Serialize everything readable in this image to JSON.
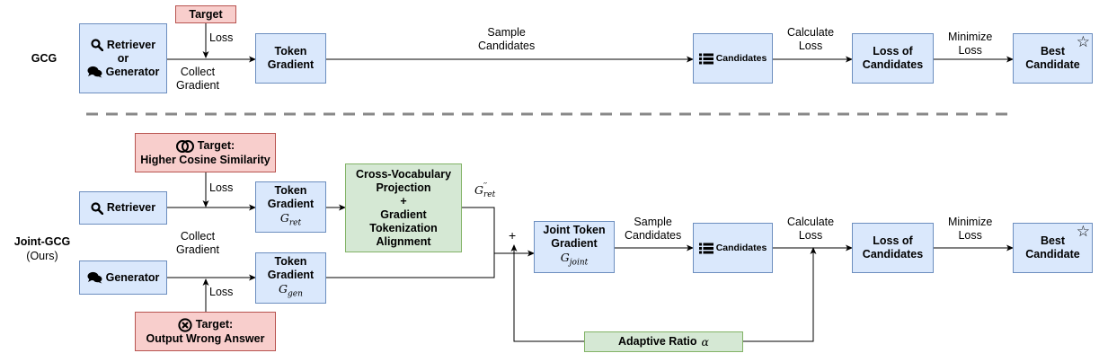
{
  "gcg": {
    "row_label": "GCG",
    "retriever_or_generator": {
      "line1": "Retriever",
      "line2": "or",
      "line3": "Generator"
    },
    "target": "Target",
    "loss": "Loss",
    "collect_gradient": [
      "Collect",
      "Gradient"
    ],
    "token_gradient": [
      "Token",
      "Gradient"
    ],
    "sample_candidates": [
      "Sample",
      "Candidates"
    ],
    "candidates": "Candidates",
    "calculate_loss": [
      "Calculate",
      "Loss"
    ],
    "loss_of_candidates": [
      "Loss of",
      "Candidates"
    ],
    "minimize_loss": [
      "Minimize",
      "Loss"
    ],
    "best_candidate": [
      "Best",
      "Candidate"
    ]
  },
  "joint": {
    "row_label": [
      "Joint-GCG",
      "(Ours)"
    ],
    "target_top": [
      "Target:",
      "Higher Cosine Similarity"
    ],
    "loss_top": "Loss",
    "retriever": "Retriever",
    "token_gradient_ret": [
      "Token",
      "Gradient"
    ],
    "g_ret": {
      "base": "G",
      "sub": "ret"
    },
    "collect_gradient": [
      "Collect",
      "Gradient"
    ],
    "generator": "Generator",
    "token_gradient_gen": [
      "Token",
      "Gradient"
    ],
    "g_gen": {
      "base": "G",
      "sub": "gen"
    },
    "loss_bottom": "Loss",
    "target_bottom": [
      "Target:",
      "Output Wrong Answer"
    ],
    "projection": [
      "Cross-Vocabulary",
      "Projection",
      "+",
      "Gradient Tokenization",
      "Alignment"
    ],
    "g_ret_pp": {
      "base": "G",
      "sup": "′′",
      "sub": "ret"
    },
    "plus": "+",
    "joint_token_gradient": [
      "Joint Token",
      "Gradient"
    ],
    "g_joint": {
      "base": "G",
      "sub": "joint"
    },
    "sample_candidates": [
      "Sample",
      "Candidates"
    ],
    "candidates": "Candidates",
    "calculate_loss": [
      "Calculate",
      "Loss"
    ],
    "loss_of_candidates": [
      "Loss of",
      "Candidates"
    ],
    "minimize_loss": [
      "Minimize",
      "Loss"
    ],
    "best_candidate": [
      "Best",
      "Candidate"
    ],
    "adaptive_ratio": "Adaptive Ratio",
    "alpha": "α"
  }
}
